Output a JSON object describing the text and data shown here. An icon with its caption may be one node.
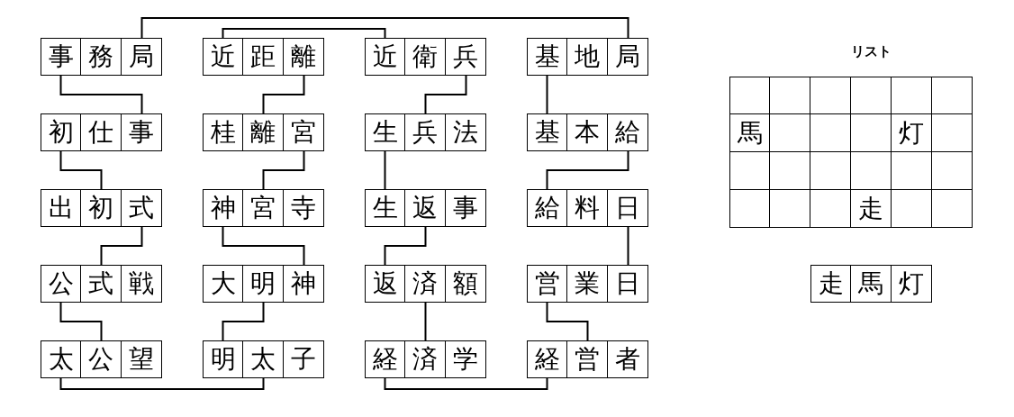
{
  "diagram": {
    "nodes": [
      {
        "text": [
          "事"
        ]
      },
      {
        "text": [
          "務"
        ]
      },
      {
        "text": [
          "局"
        ]
      },
      {
        "text": [
          "近"
        ]
      },
      {
        "text": [
          "距"
        ]
      },
      {
        "text": [
          "離"
        ]
      },
      {
        "text": [
          "近"
        ]
      },
      {
        "text": [
          "衛"
        ]
      },
      {
        "text": [
          "兵"
        ]
      },
      {
        "text": [
          "基"
        ]
      },
      {
        "text": [
          "地"
        ]
      },
      {
        "text": [
          "局"
        ]
      },
      {
        "text": [
          "初"
        ]
      },
      {
        "text": [
          "仕"
        ]
      },
      {
        "text": [
          "事"
        ]
      },
      {
        "text": [
          "桂"
        ]
      },
      {
        "text": [
          "離"
        ]
      },
      {
        "text": [
          "宮"
        ]
      },
      {
        "text": [
          "生"
        ]
      },
      {
        "text": [
          "兵"
        ]
      },
      {
        "text": [
          "法"
        ]
      },
      {
        "text": [
          "基"
        ]
      },
      {
        "text": [
          "本"
        ]
      },
      {
        "text": [
          "給"
        ]
      },
      {
        "text": [
          "出"
        ]
      },
      {
        "text": [
          "初"
        ]
      },
      {
        "text": [
          "式"
        ]
      },
      {
        "text": [
          "神"
        ]
      },
      {
        "text": [
          "宮"
        ]
      },
      {
        "text": [
          "寺"
        ]
      },
      {
        "text": [
          "生"
        ]
      },
      {
        "text": [
          "返"
        ]
      },
      {
        "text": [
          "事"
        ]
      },
      {
        "text": [
          "給"
        ]
      },
      {
        "text": [
          "料"
        ]
      },
      {
        "text": [
          "日"
        ]
      },
      {
        "text": [
          "公"
        ]
      },
      {
        "text": [
          "式"
        ]
      },
      {
        "text": [
          "戦"
        ]
      },
      {
        "text": [
          "大"
        ]
      },
      {
        "text": [
          "明"
        ]
      },
      {
        "text": [
          "神"
        ]
      },
      {
        "text": [
          "返"
        ]
      },
      {
        "text": [
          "済"
        ]
      },
      {
        "text": [
          "額"
        ]
      },
      {
        "text": [
          "営"
        ]
      },
      {
        "text": [
          "業"
        ]
      },
      {
        "text": [
          "日"
        ]
      },
      {
        "text": [
          "太"
        ]
      },
      {
        "text": [
          "公"
        ]
      },
      {
        "text": [
          "望"
        ]
      },
      {
        "text": [
          "明"
        ]
      },
      {
        "text": [
          "太"
        ]
      },
      {
        "text": [
          "子"
        ]
      },
      {
        "text": [
          "経"
        ]
      },
      {
        "text": [
          "済"
        ]
      },
      {
        "text": [
          "学"
        ]
      },
      {
        "text": [
          "経"
        ]
      },
      {
        "text": [
          "営"
        ]
      },
      {
        "text": [
          "者"
        ]
      },
      {
        "text": [],
        "shape": "box"
      },
      {
        "text": [],
        "shape": "box"
      },
      {
        "text": [],
        "shape": "box"
      },
      {
        "text": [],
        "shape": "box"
      },
      {
        "text": [],
        "shape": "box"
      },
      {
        "text": [],
        "shape": "box"
      },
      {
        "text": [
          "馬"
        ]
      },
      {
        "text": [],
        "shape": "box"
      },
      {
        "text": [],
        "shape": "box"
      },
      {
        "text": [],
        "shape": "box"
      },
      {
        "text": [
          "灯"
        ]
      },
      {
        "text": [],
        "shape": "box"
      },
      {
        "text": [],
        "shape": "box"
      },
      {
        "text": [],
        "shape": "box"
      },
      {
        "text": [],
        "shape": "box"
      },
      {
        "text": [],
        "shape": "box"
      },
      {
        "text": [],
        "shape": "box"
      },
      {
        "text": [],
        "shape": "box"
      },
      {
        "text": [],
        "shape": "box"
      },
      {
        "text": [],
        "shape": "box"
      },
      {
        "text": [],
        "shape": "box"
      },
      {
        "text": [
          "走"
        ]
      },
      {
        "text": [],
        "shape": "box"
      },
      {
        "text": [],
        "shape": "box"
      },
      {
        "text": [
          "走"
        ]
      },
      {
        "text": [
          "馬"
        ]
      },
      {
        "text": [
          "灯"
        ]
      }
    ],
    "edges": [
      {
        "from": 2,
        "to": 11,
        "arrow": "none"
      },
      {
        "from": 3,
        "to": 6,
        "arrow": "none"
      },
      {
        "from": 0,
        "to": 14,
        "arrow": "none"
      },
      {
        "from": 5,
        "to": 16,
        "arrow": "none"
      },
      {
        "from": 8,
        "to": 19,
        "arrow": "none"
      },
      {
        "from": 9,
        "to": 21,
        "arrow": "none"
      },
      {
        "from": 12,
        "to": 25,
        "arrow": "none"
      },
      {
        "from": 17,
        "to": 28,
        "arrow": "none"
      },
      {
        "from": 18,
        "to": 30,
        "arrow": "none"
      },
      {
        "from": 23,
        "to": 33,
        "arrow": "none"
      },
      {
        "from": 26,
        "to": 37,
        "arrow": "none"
      },
      {
        "from": 27,
        "to": 41,
        "arrow": "none"
      },
      {
        "from": 31,
        "to": 42,
        "arrow": "none"
      },
      {
        "from": 35,
        "to": 47,
        "arrow": "none"
      },
      {
        "from": 36,
        "to": 49,
        "arrow": "none"
      },
      {
        "from": 40,
        "to": 51,
        "arrow": "none"
      },
      {
        "from": 43,
        "to": 55,
        "arrow": "none"
      },
      {
        "from": 45,
        "to": 58,
        "arrow": "none"
      },
      {
        "from": 48,
        "to": 52,
        "arrow": "none"
      },
      {
        "from": 54,
        "to": 57,
        "arrow": "none"
      }
    ],
    "labels": [
      "リスト"
    ]
  }
}
